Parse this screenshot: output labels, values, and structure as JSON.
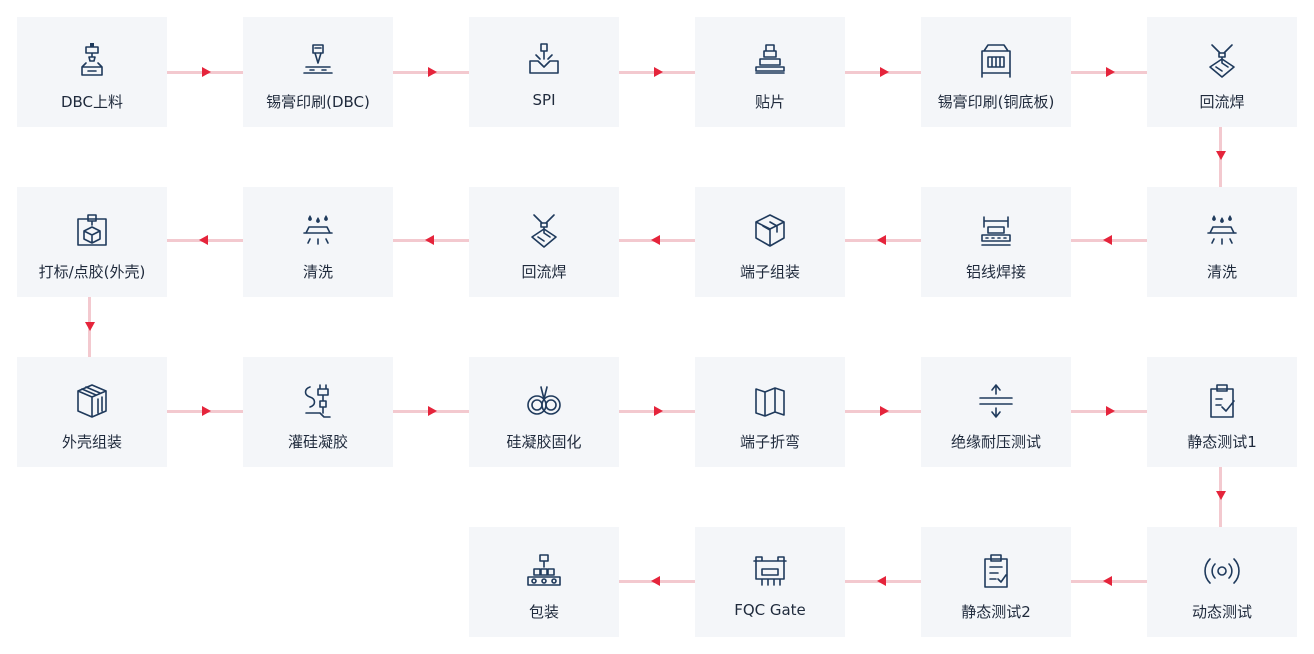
{
  "steps": [
    {
      "label": "DBC上料",
      "icon": "dbc-loading-icon"
    },
    {
      "label": "锡膏印刷(DBC)",
      "icon": "solder-paste-print-icon"
    },
    {
      "label": "SPI",
      "icon": "spi-inspection-icon"
    },
    {
      "label": "贴片",
      "icon": "placement-icon"
    },
    {
      "label": "锡膏印刷(铜底板)",
      "icon": "printer-machine-icon"
    },
    {
      "label": "回流焊",
      "icon": "reflow-laser-icon"
    },
    {
      "label": "清洗",
      "icon": "cleaning-drops-icon"
    },
    {
      "label": "铝线焊接",
      "icon": "wire-bonding-icon"
    },
    {
      "label": "端子组装",
      "icon": "cube-assembly-icon"
    },
    {
      "label": "回流焊",
      "icon": "reflow-laser-icon"
    },
    {
      "label": "清洗",
      "icon": "cleaning-drops-icon"
    },
    {
      "label": "打标/点胶(外壳)",
      "icon": "marking-dispense-icon"
    },
    {
      "label": "外壳组装",
      "icon": "housing-box-icon"
    },
    {
      "label": "灌硅凝胶",
      "icon": "gel-potting-icon"
    },
    {
      "label": "硅凝胶固化",
      "icon": "curing-coil-icon"
    },
    {
      "label": "端子折弯",
      "icon": "folding-map-icon"
    },
    {
      "label": "绝缘耐压测试",
      "icon": "compress-arrows-icon"
    },
    {
      "label": "静态测试1",
      "icon": "clipboard-check-icon"
    },
    {
      "label": "动态测试",
      "icon": "signal-wave-icon"
    },
    {
      "label": "静态测试2",
      "icon": "clipboard-list-icon"
    },
    {
      "label": "FQC Gate",
      "icon": "gate-fixture-icon"
    },
    {
      "label": "包装",
      "icon": "packaging-conveyor-icon"
    }
  ],
  "colors": {
    "box": "#f4f6f9",
    "connector": "#f3c9cf",
    "arrow": "#e5243b",
    "icon": "#1f3a5c",
    "text": "#1f2a3c"
  }
}
